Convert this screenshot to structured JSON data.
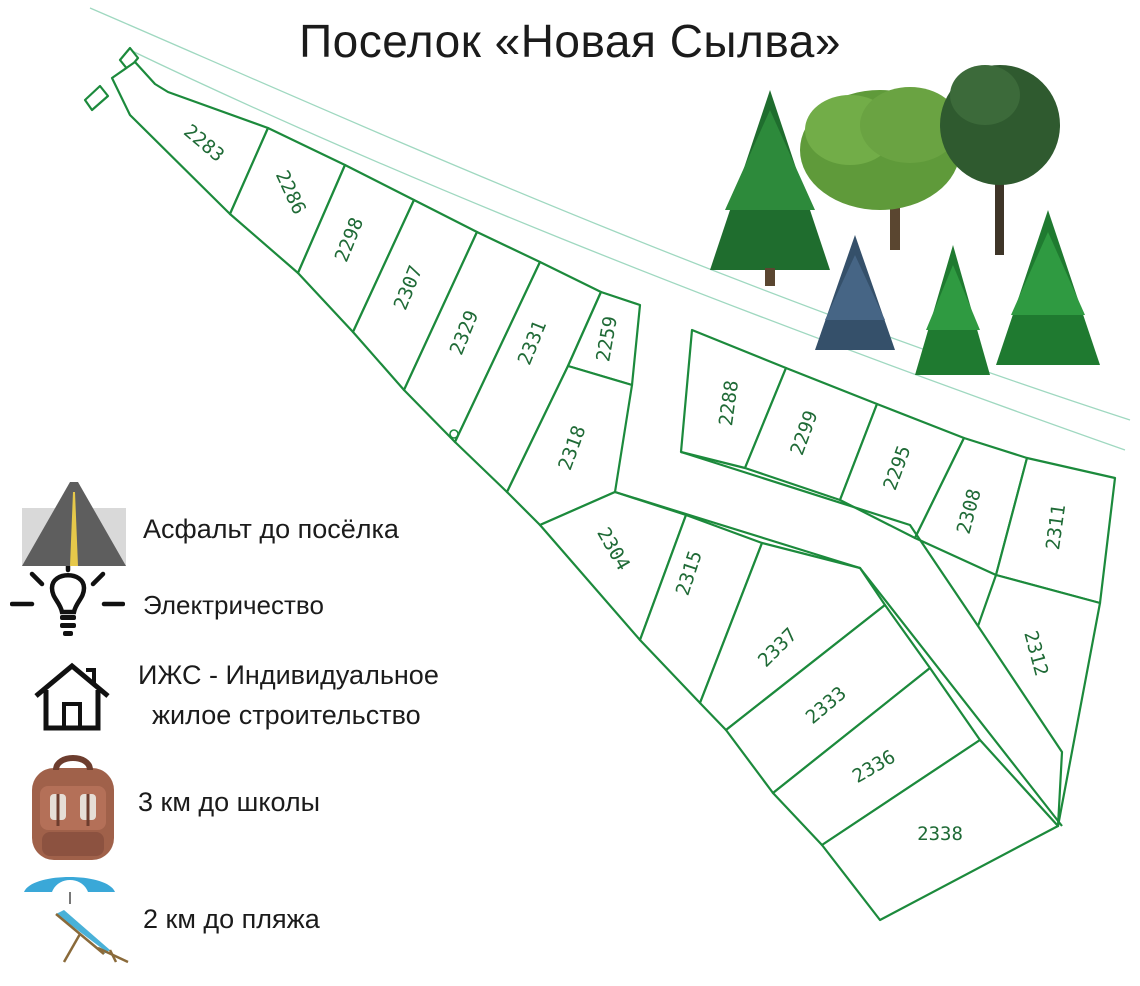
{
  "title": "Поселок «Новая Сылва»",
  "colors": {
    "plot_border": "#1c8a3c",
    "label": "#1f6a36",
    "road": "#9fd8c0"
  },
  "plots": [
    {
      "id": "2283",
      "label": "2283"
    },
    {
      "id": "2286",
      "label": "2286"
    },
    {
      "id": "2298",
      "label": "2298"
    },
    {
      "id": "2307",
      "label": "2307"
    },
    {
      "id": "2329",
      "label": "2329"
    },
    {
      "id": "2331",
      "label": "2331"
    },
    {
      "id": "2259",
      "label": "2259"
    },
    {
      "id": "2318",
      "label": "2318"
    },
    {
      "id": "2288",
      "label": "2288"
    },
    {
      "id": "2299",
      "label": "2299"
    },
    {
      "id": "2295",
      "label": "2295"
    },
    {
      "id": "2308",
      "label": "2308"
    },
    {
      "id": "2311",
      "label": "2311"
    },
    {
      "id": "2312",
      "label": "2312"
    },
    {
      "id": "2304",
      "label": "2304"
    },
    {
      "id": "2315",
      "label": "2315"
    },
    {
      "id": "2337",
      "label": "2337"
    },
    {
      "id": "2333",
      "label": "2333"
    },
    {
      "id": "2336",
      "label": "2336"
    },
    {
      "id": "2338",
      "label": "2338"
    }
  ],
  "legend": {
    "asphalt": {
      "icon": "road-icon",
      "text": "Асфальт до посёлка"
    },
    "electricity": {
      "icon": "light-bulb-icon",
      "text": "Электричество"
    },
    "izhs": {
      "icon": "house-icon",
      "text_line1": "ИЖС - Индивидуальное",
      "text_line2": "жилое строительство"
    },
    "school": {
      "icon": "backpack-icon",
      "text": "3 км до школы"
    },
    "beach": {
      "icon": "beach-chair-icon",
      "text": "2 км до пляжа"
    }
  }
}
